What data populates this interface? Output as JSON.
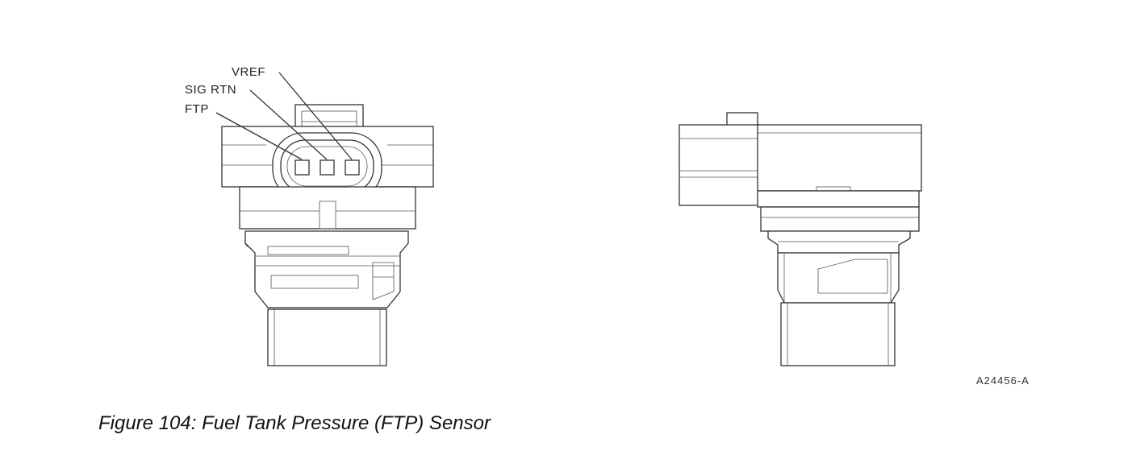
{
  "figure": {
    "caption": "Figure 104: Fuel Tank Pressure (FTP) Sensor",
    "art_code": "A24456-A"
  },
  "labels": {
    "vref": "VREF",
    "sig_rtn": "SIG RTN",
    "ftp": "FTP"
  },
  "colors": {
    "line": "#333333",
    "background": "#ffffff"
  }
}
